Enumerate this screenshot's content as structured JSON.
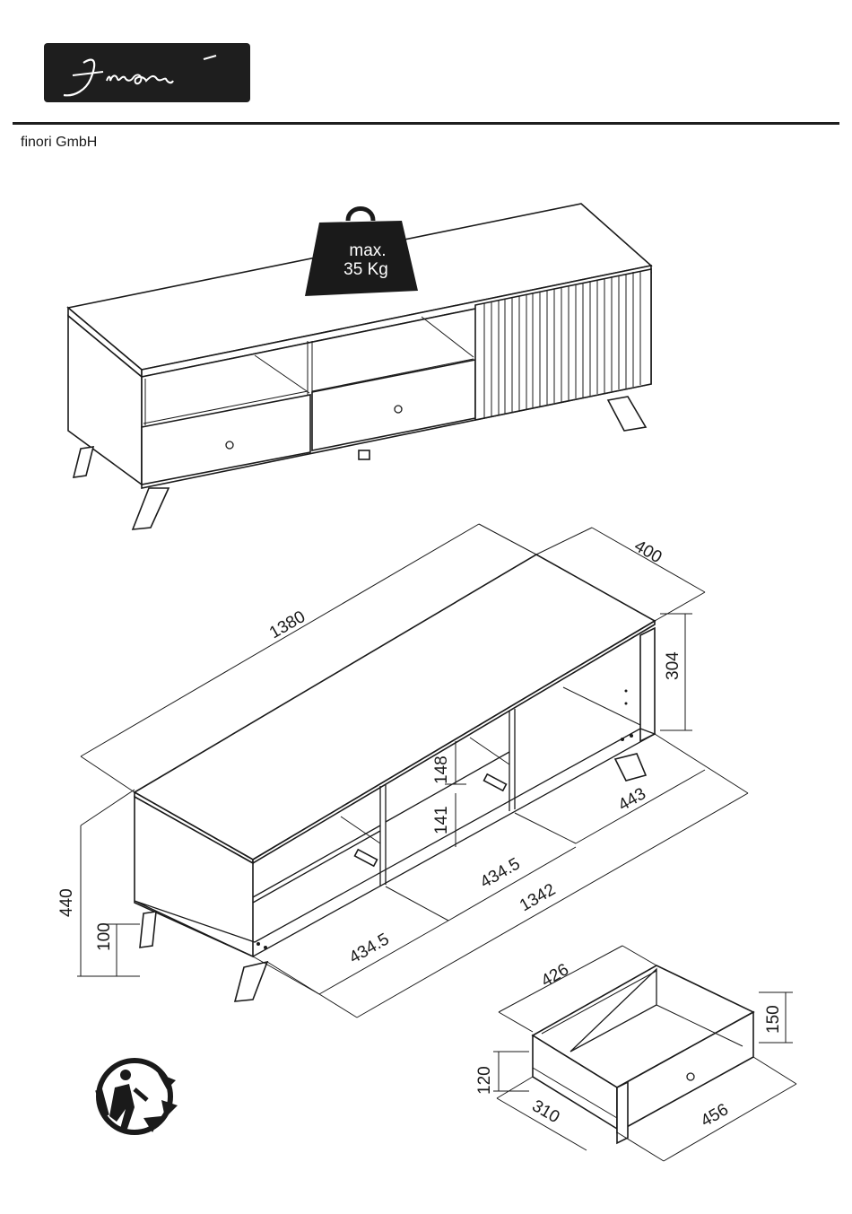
{
  "brand": {
    "company_name": "finori GmbH",
    "logo_text": "finori"
  },
  "load_label": {
    "line1": "max.",
    "line2": "35 Kg"
  },
  "dimensions": {
    "length": "1380",
    "depth": "400",
    "height_total": "440",
    "leg_height": "100",
    "side_height": "304",
    "shelf_upper": "148",
    "shelf_lower": "141",
    "compartment_depth": "443",
    "compartment_width_1": "434.5",
    "compartment_width_2": "434.5",
    "inner_width": "1342"
  },
  "drawer_dimensions": {
    "width": "426",
    "front_height": "150",
    "box_height": "120",
    "depth": "310",
    "front_width": "456"
  },
  "colors": {
    "ink": "#1a1a1a",
    "paper": "#ffffff"
  },
  "icons": [
    "logo",
    "weight-icon",
    "recycling-triman-icon"
  ]
}
